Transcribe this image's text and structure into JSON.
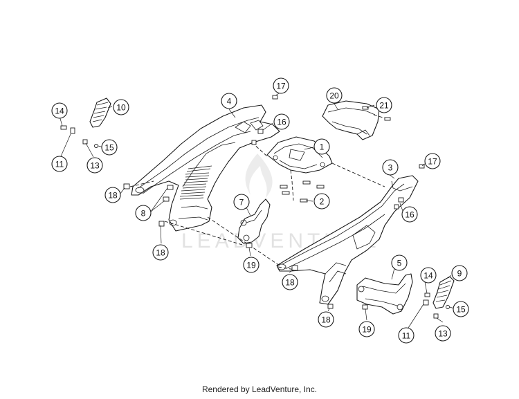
{
  "watermark": {
    "text": "LEADVENTURE"
  },
  "callouts": [
    {
      "id": "c1",
      "label": "1"
    },
    {
      "id": "c2",
      "label": "2"
    },
    {
      "id": "c3",
      "label": "3"
    },
    {
      "id": "c4",
      "label": "4"
    },
    {
      "id": "c5",
      "label": "5"
    },
    {
      "id": "c7",
      "label": "7"
    },
    {
      "id": "c8",
      "label": "8"
    },
    {
      "id": "c9",
      "label": "9"
    },
    {
      "id": "c10",
      "label": "10"
    },
    {
      "id": "c11a",
      "label": "11"
    },
    {
      "id": "c11b",
      "label": "11"
    },
    {
      "id": "c13a",
      "label": "13"
    },
    {
      "id": "c13b",
      "label": "13"
    },
    {
      "id": "c14a",
      "label": "14"
    },
    {
      "id": "c14b",
      "label": "14"
    },
    {
      "id": "c15a",
      "label": "15"
    },
    {
      "id": "c15b",
      "label": "15"
    },
    {
      "id": "c16a",
      "label": "16"
    },
    {
      "id": "c16b",
      "label": "16"
    },
    {
      "id": "c17a",
      "label": "17"
    },
    {
      "id": "c17b",
      "label": "17"
    },
    {
      "id": "c18a",
      "label": "18"
    },
    {
      "id": "c18b",
      "label": "18"
    },
    {
      "id": "c18c",
      "label": "18"
    },
    {
      "id": "c18d",
      "label": "18"
    },
    {
      "id": "c19a",
      "label": "19"
    },
    {
      "id": "c19b",
      "label": "19"
    },
    {
      "id": "c20",
      "label": "20"
    },
    {
      "id": "c21",
      "label": "21"
    }
  ],
  "footer": {
    "text": "Rendered by LeadVenture, Inc."
  }
}
